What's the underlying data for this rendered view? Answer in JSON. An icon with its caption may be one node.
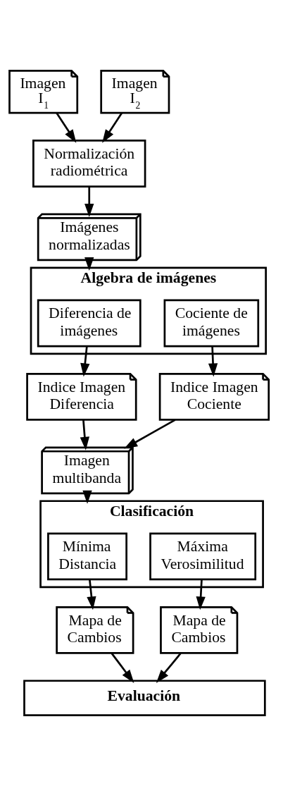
{
  "diagram": {
    "nodes": [
      {
        "text": [
          "Imagen I$_{1}$"
        ]
      },
      {
        "text": [
          "Imagen I$_{2}$"
        ]
      },
      {
        "text": [
          "Normalización radiométrica"
        ]
      },
      {
        "text": [
          "Imágenes normalizadas"
        ]
      },
      {
        "text": [
          "Algebra de imágenes"
        ]
      },
      {
        "text": [
          "Diferencia de imágenes"
        ],
        "in": 4
      },
      {
        "text": [
          "Cociente de imágenes"
        ],
        "in": 4
      },
      {
        "text": [
          "Indice Imagen Diferencia"
        ]
      },
      {
        "text": [
          "Indice Imagen Cociente"
        ]
      },
      {
        "text": [
          "Imagen multibanda"
        ]
      },
      {
        "text": [
          "Clasificación"
        ]
      },
      {
        "text": [
          "Mínima Distancia"
        ],
        "in": 10
      },
      {
        "text": [
          "Máxima Verosimilitud"
        ],
        "in": 10
      },
      {
        "text": [
          "Mapa de Cambios"
        ]
      },
      {
        "text": [
          "Mapa de Cambios"
        ]
      },
      {
        "text": [
          "Evaluación"
        ]
      }
    ],
    "edges": [
      {
        "from": 0,
        "to": 2,
        "arrow": "to"
      },
      {
        "from": 1,
        "to": 2,
        "arrow": "to"
      },
      {
        "from": 2,
        "to": 3,
        "arrow": "to"
      },
      {
        "from": 3,
        "to": 4,
        "arrow": "to"
      },
      {
        "from": 5,
        "to": 7,
        "arrow": "to"
      },
      {
        "from": 6,
        "to": 8,
        "arrow": "to"
      },
      {
        "from": 7,
        "to": 9,
        "arrow": "to"
      },
      {
        "from": 8,
        "to": 9,
        "arrow": "to"
      },
      {
        "from": 9,
        "to": 10,
        "arrow": "to"
      },
      {
        "from": 11,
        "to": 13,
        "arrow": "to"
      },
      {
        "from": 12,
        "to": 14,
        "arrow": "to"
      },
      {
        "from": 13,
        "to": 15,
        "arrow": "to"
      },
      {
        "from": 14,
        "to": 15,
        "arrow": "to"
      }
    ]
  }
}
